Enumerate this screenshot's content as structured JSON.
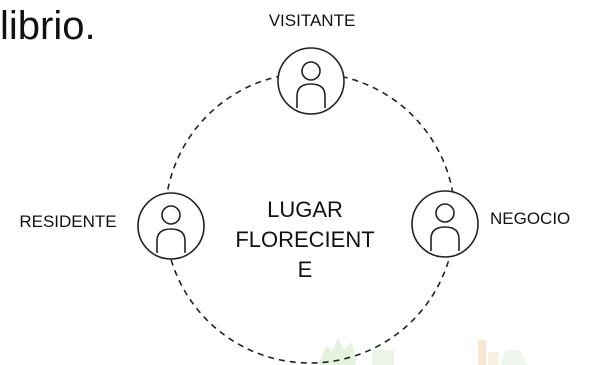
{
  "heading": "librio.",
  "center_label": [
    "LUGAR",
    "FLORECIENT",
    "E"
  ],
  "nodes": {
    "top": {
      "label": "VISITANTE",
      "icon": "person-icon"
    },
    "left": {
      "label": "RESIDENTE",
      "icon": "person-icon"
    },
    "right": {
      "label": "NEGOCIO",
      "icon": "person-icon"
    }
  },
  "colors": {
    "stroke": "#222222",
    "text": "#111111",
    "background_tint_green": "#cfe8c4",
    "background_tint_orange": "#f4d7b0"
  }
}
